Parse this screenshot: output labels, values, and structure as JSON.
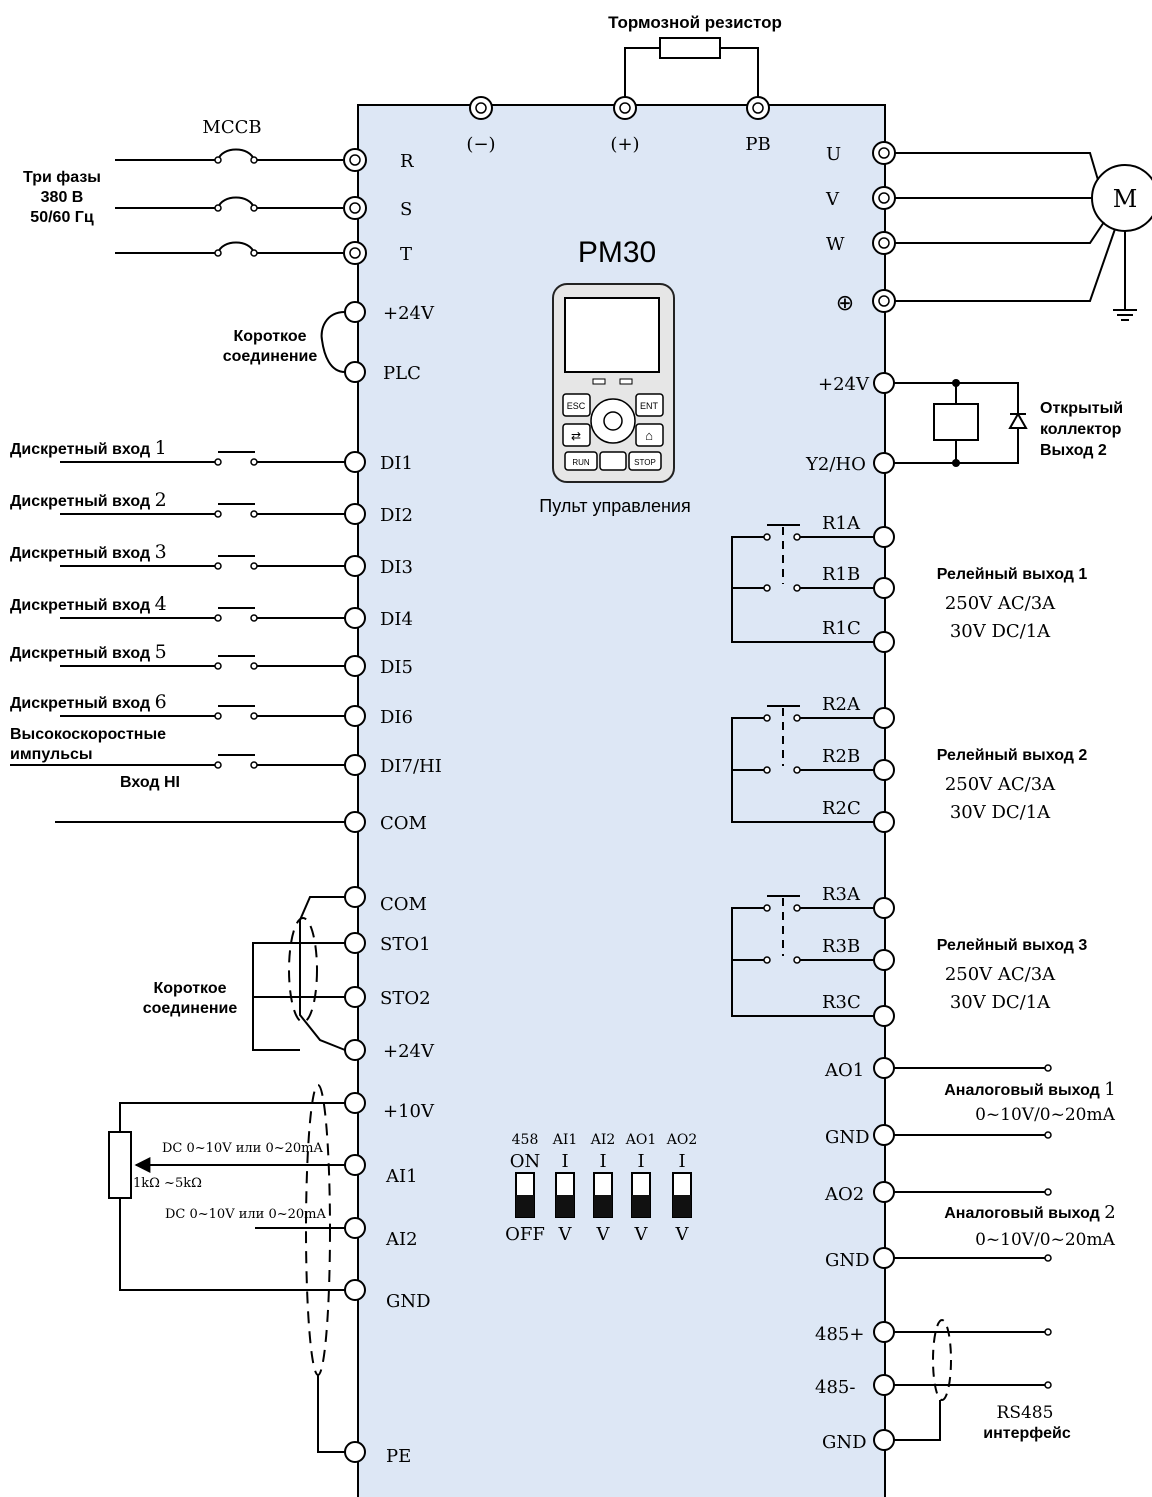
{
  "brake_resistor_label": "Тормозной резистор",
  "model_name": "PM30",
  "keypad": {
    "label": "Пульт управления",
    "keys": [
      "ESC",
      "ENT",
      "⇄",
      "⌂",
      "RUN",
      "STOP"
    ]
  },
  "dc_terminals": [
    "(−)",
    "(+)",
    "PB"
  ],
  "power_input": {
    "mccb_label": "MCCB",
    "supply_lines": [
      "Три фазы",
      "380 В",
      "50/60 Гц"
    ],
    "terminals": [
      "R",
      "S",
      "T"
    ]
  },
  "motor": {
    "label": "M",
    "terminals": [
      "U",
      "V",
      "W"
    ],
    "ground_symbol": "⊕"
  },
  "plc_jumper": {
    "terminals": [
      "+24V",
      "PLC"
    ],
    "label_lines": [
      "Короткое",
      "соединение"
    ]
  },
  "digital_inputs": [
    {
      "label": "Дискретный вход",
      "num": "1",
      "terminal": "DI1"
    },
    {
      "label": "Дискретный вход",
      "num": "2",
      "terminal": "DI2"
    },
    {
      "label": "Дискретный вход",
      "num": "3",
      "terminal": "DI3"
    },
    {
      "label": "Дискретный вход",
      "num": "4",
      "terminal": "DI4"
    },
    {
      "label": "Дискретный вход",
      "num": "5",
      "terminal": "DI5"
    },
    {
      "label": "Дискретный вход",
      "num": "6",
      "terminal": "DI6"
    }
  ],
  "hi_input": {
    "label_lines": [
      "Высокоскоростные",
      "импульсы",
      "Вход HI"
    ],
    "terminal": "DI7/HI"
  },
  "com_terminal": "COM",
  "sto": {
    "terminals": [
      "COM",
      "STO1",
      "STO2",
      "+24V"
    ],
    "label_lines": [
      "Короткое",
      "соединение"
    ]
  },
  "analog_inputs": {
    "terminals": [
      "+10V",
      "AI1",
      "AI2",
      "GND",
      "PE"
    ],
    "ai1_range": "DC 0~10V или 0~20mA",
    "ai2_range": "DC 0~10V или 0~20mA",
    "pot_range": "1kΩ ~5kΩ"
  },
  "dip_switches": [
    {
      "name": "458",
      "top": "ON",
      "bottom": "OFF"
    },
    {
      "name": "AI1",
      "top": "I",
      "bottom": "V"
    },
    {
      "name": "AI2",
      "top": "I",
      "bottom": "V"
    },
    {
      "name": "AO1",
      "top": "I",
      "bottom": "V"
    },
    {
      "name": "AO2",
      "top": "I",
      "bottom": "V"
    }
  ],
  "open_collector": {
    "terminals": [
      "+24V",
      "Y2/HO"
    ],
    "label_lines": [
      "Открытый",
      "коллектор",
      "Выход 2"
    ]
  },
  "relays": [
    {
      "terminals": [
        "R1A",
        "R1B",
        "R1C"
      ],
      "title": "Релейный выход 1",
      "ac": "250V AC/3A",
      "dc": "30V DC/1A"
    },
    {
      "terminals": [
        "R2A",
        "R2B",
        "R2C"
      ],
      "title": "Релейный выход 2",
      "ac": "250V AC/3A",
      "dc": "30V DC/1A"
    },
    {
      "terminals": [
        "R3A",
        "R3B",
        "R3C"
      ],
      "title": "Релейный выход 3",
      "ac": "250V AC/3A",
      "dc": "30V DC/1A"
    }
  ],
  "analog_outputs": [
    {
      "terminals": [
        "AO1",
        "GND"
      ],
      "label": "Аналоговый выход",
      "num": "1",
      "range": "0~10V/0~20mA"
    },
    {
      "terminals": [
        "AO2",
        "GND"
      ],
      "label": "Аналоговый выход",
      "num": "2",
      "range": "0~10V/0~20mA"
    }
  ],
  "rs485": {
    "terminals": [
      "485+",
      "485-",
      "GND"
    ],
    "label_lines": [
      "RS485",
      "интерфейс"
    ]
  }
}
